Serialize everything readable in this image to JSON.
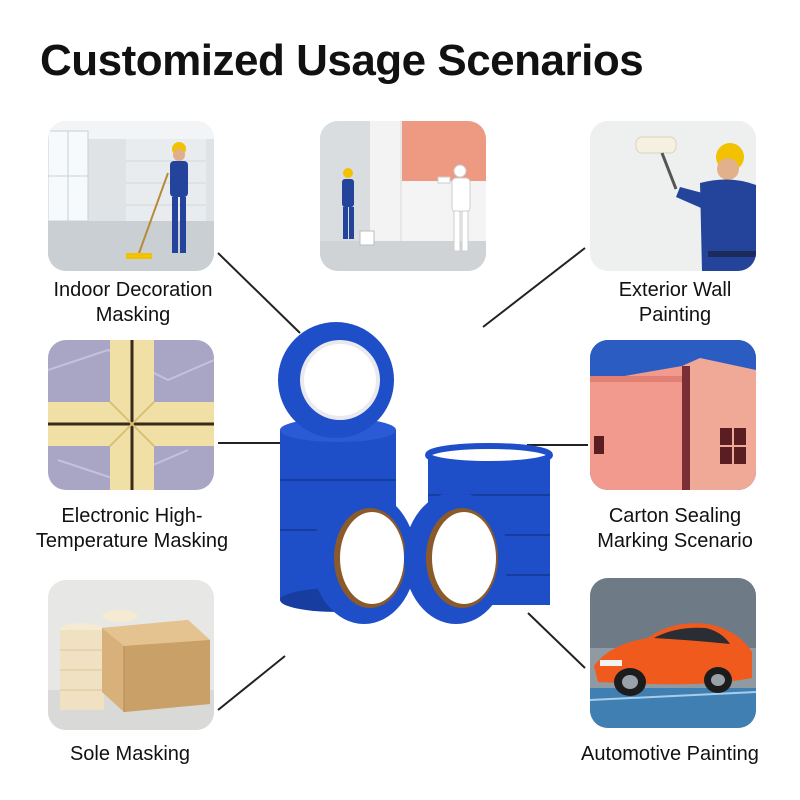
{
  "title": "Customized Usage Scenarios",
  "scenarios": {
    "indoor": {
      "line1": "Indoor Decoration",
      "line2": "Masking",
      "icon": "worker-mopping-floor-photo"
    },
    "center_top": {
      "icon": "workers-painting-walls-photo"
    },
    "exterior": {
      "line1": "Exterior Wall",
      "line2": "Painting",
      "icon": "worker-roller-painting-photo"
    },
    "electronic": {
      "line1": "Electronic High-",
      "line2": "Temperature Masking",
      "icon": "yellow-tape-cross-photo"
    },
    "carton": {
      "line1": "Carton Sealing",
      "line2": "Marking Scenario",
      "icon": "pink-building-photo"
    },
    "sole": {
      "line1": "Sole Masking",
      "icon": "tape-rolls-and-box-photo"
    },
    "automotive": {
      "line1": "Automotive Painting",
      "icon": "orange-sports-car-photo"
    }
  },
  "product": {
    "icon": "blue-masking-tape-rolls",
    "color": "#1f4fc8"
  },
  "colors": {
    "tape_blue": "#1f4fc8",
    "line": "#222222"
  }
}
